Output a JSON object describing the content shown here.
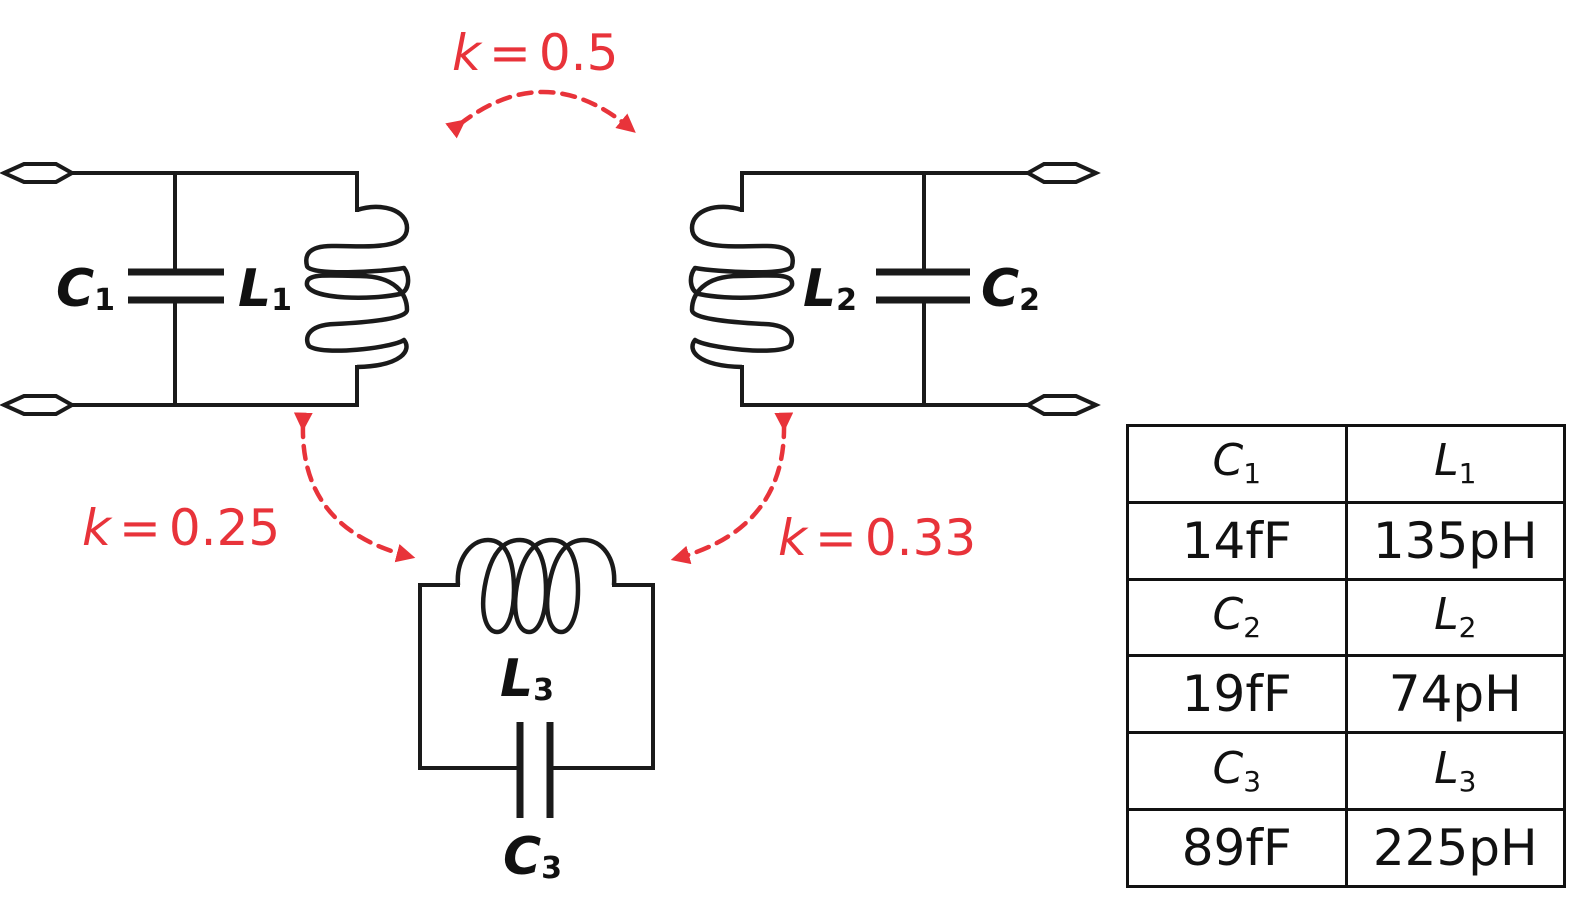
{
  "colors": {
    "ink": "#1a1a1a",
    "coupling": "#e8333a"
  },
  "components": {
    "c1": {
      "symbol": "C",
      "index": "1"
    },
    "l1": {
      "symbol": "L",
      "index": "1"
    },
    "c2": {
      "symbol": "C",
      "index": "2"
    },
    "l2": {
      "symbol": "L",
      "index": "2"
    },
    "c3": {
      "symbol": "C",
      "index": "3"
    },
    "l3": {
      "symbol": "L",
      "index": "3"
    }
  },
  "coupling": {
    "k12": {
      "variable": "k",
      "equals": "=",
      "value": "0.5"
    },
    "k13": {
      "variable": "k",
      "equals": "=",
      "value": "0.25"
    },
    "k23": {
      "variable": "k",
      "equals": "=",
      "value": "0.33"
    }
  },
  "table": {
    "rows": [
      {
        "cap": {
          "symbol": "C",
          "index": "1"
        },
        "ind": {
          "symbol": "L",
          "index": "1"
        },
        "cap_value": "14fF",
        "ind_value": "135pH"
      },
      {
        "cap": {
          "symbol": "C",
          "index": "2"
        },
        "ind": {
          "symbol": "L",
          "index": "2"
        },
        "cap_value": "19fF",
        "ind_value": "74pH"
      },
      {
        "cap": {
          "symbol": "C",
          "index": "3"
        },
        "ind": {
          "symbol": "L",
          "index": "3"
        },
        "cap_value": "89fF",
        "ind_value": "225pH"
      }
    ]
  }
}
